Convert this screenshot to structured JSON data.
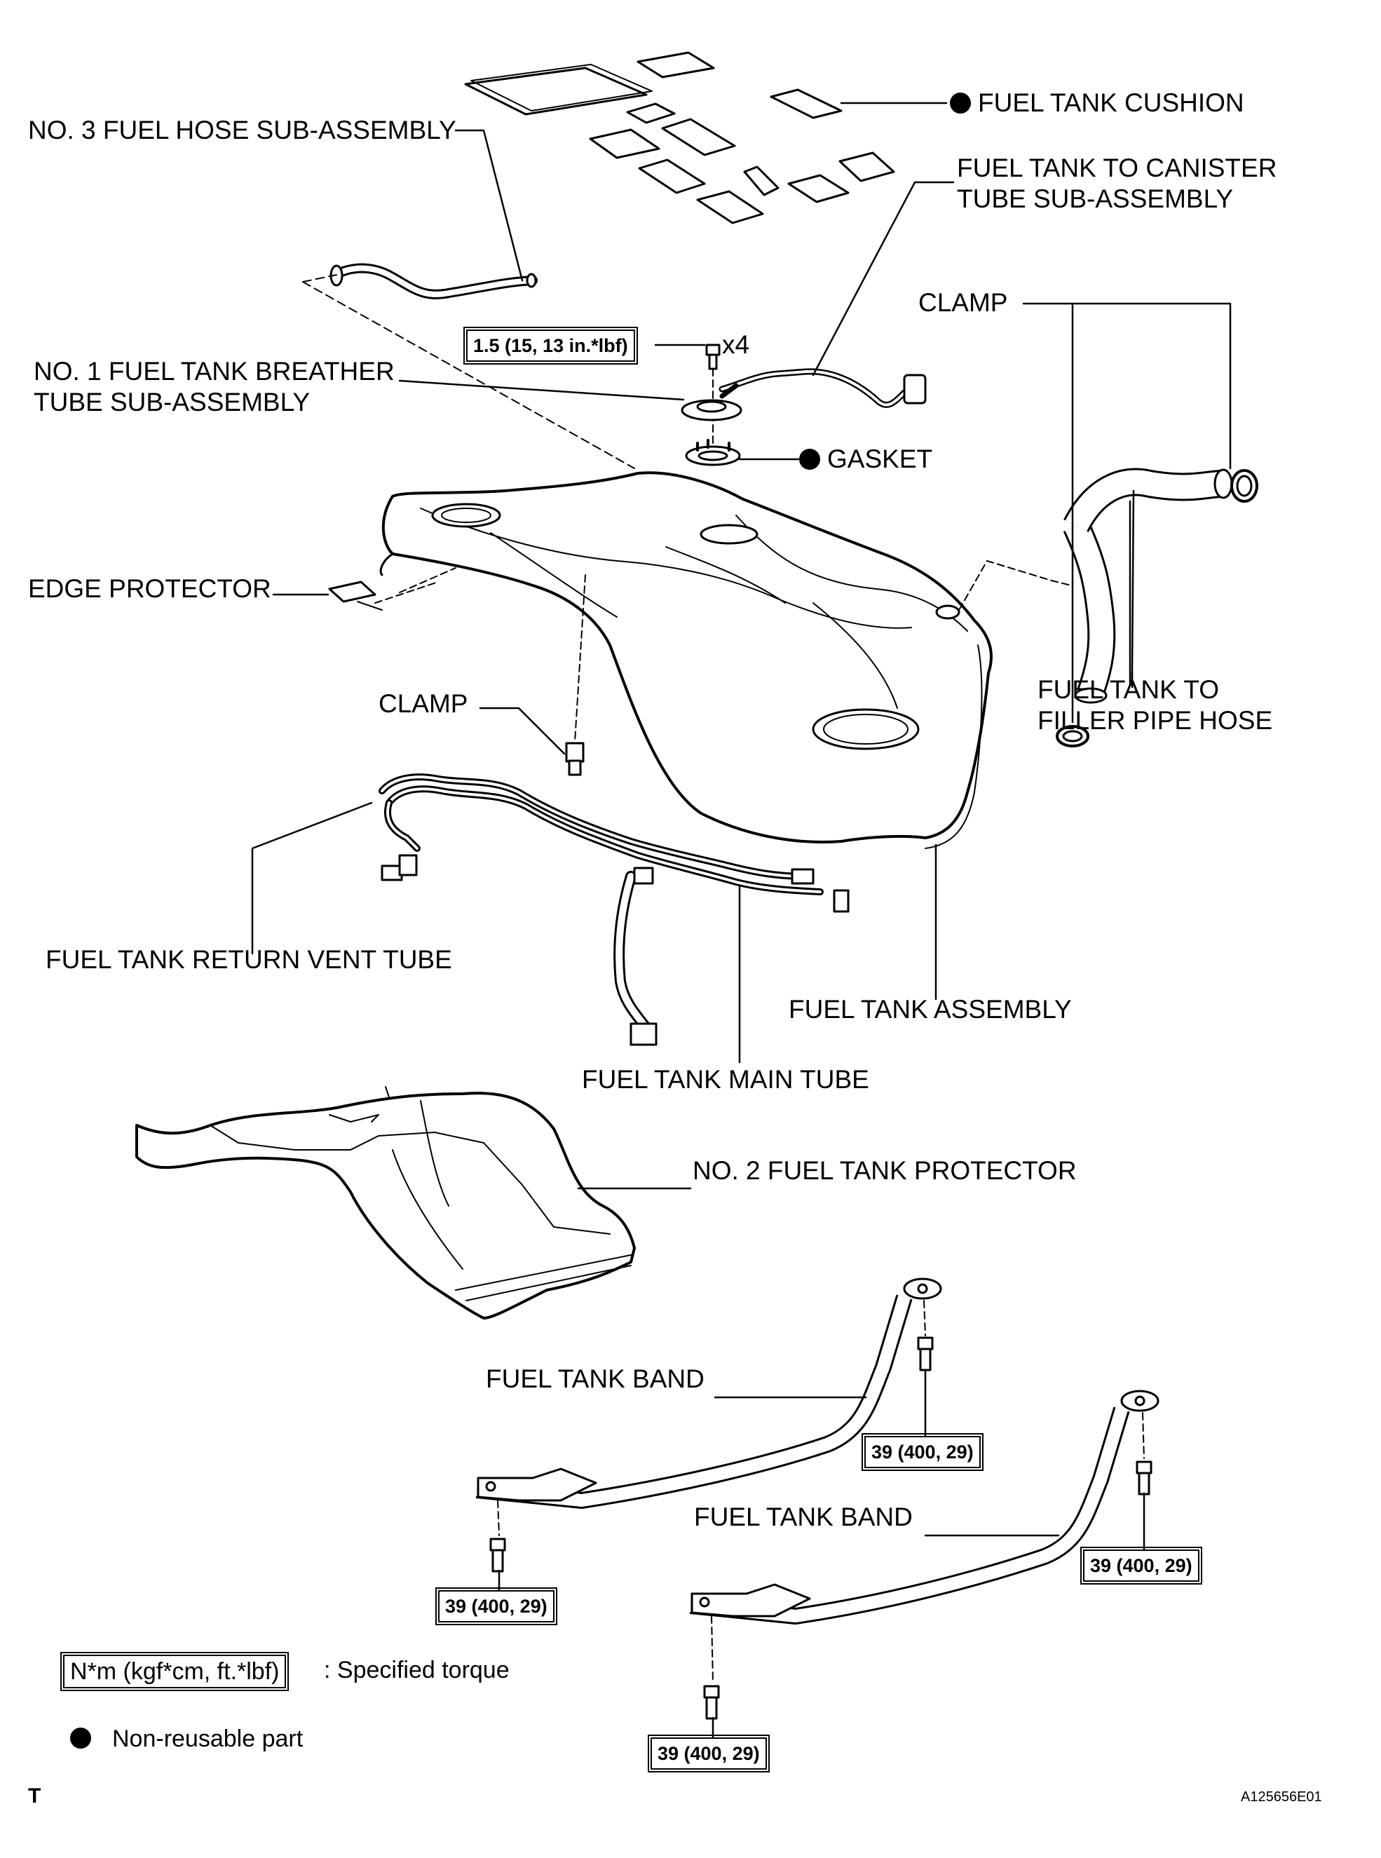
{
  "labels": {
    "fuel_tank_cushion": "FUEL TANK CUSHION",
    "no3_fuel_hose_sub_assembly": "NO. 3 FUEL HOSE SUB-ASSEMBLY",
    "canister_tube_line1": "FUEL TANK TO CANISTER",
    "canister_tube_line2": "TUBE SUB-ASSEMBLY",
    "clamp_upper": "CLAMP",
    "breather_tube_line1": "NO. 1 FUEL TANK BREATHER",
    "breather_tube_line2": "TUBE SUB-ASSEMBLY",
    "gasket": "GASKET",
    "edge_protector": "EDGE PROTECTOR",
    "clamp_lower": "CLAMP",
    "filler_hose_line1": "FUEL TANK TO",
    "filler_hose_line2": "FILLER PIPE HOSE",
    "return_vent_tube": "FUEL TANK RETURN VENT TUBE",
    "fuel_tank_assembly": "FUEL TANK ASSEMBLY",
    "main_tube": "FUEL TANK MAIN TUBE",
    "no2_protector": "NO. 2 FUEL TANK PROTECTOR",
    "band_upper": "FUEL TANK BAND",
    "band_lower": "FUEL TANK BAND"
  },
  "torques": {
    "breather_bolt": "1.5 (15, 13 in.*lbf)",
    "breather_qty": "x4",
    "band1_rear": "39 (400, 29)",
    "band1_front": "39 (400, 29)",
    "band2_rear": "39 (400, 29)",
    "band2_front": "39 (400, 29)"
  },
  "legend": {
    "torque_unit": "N*m (kgf*cm, ft.*lbf)",
    "torque_desc": ": Specified torque",
    "nonreusable_desc": "Non-reusable part"
  },
  "footer": {
    "left_mark": "T",
    "figure_id": "A125656E01"
  }
}
